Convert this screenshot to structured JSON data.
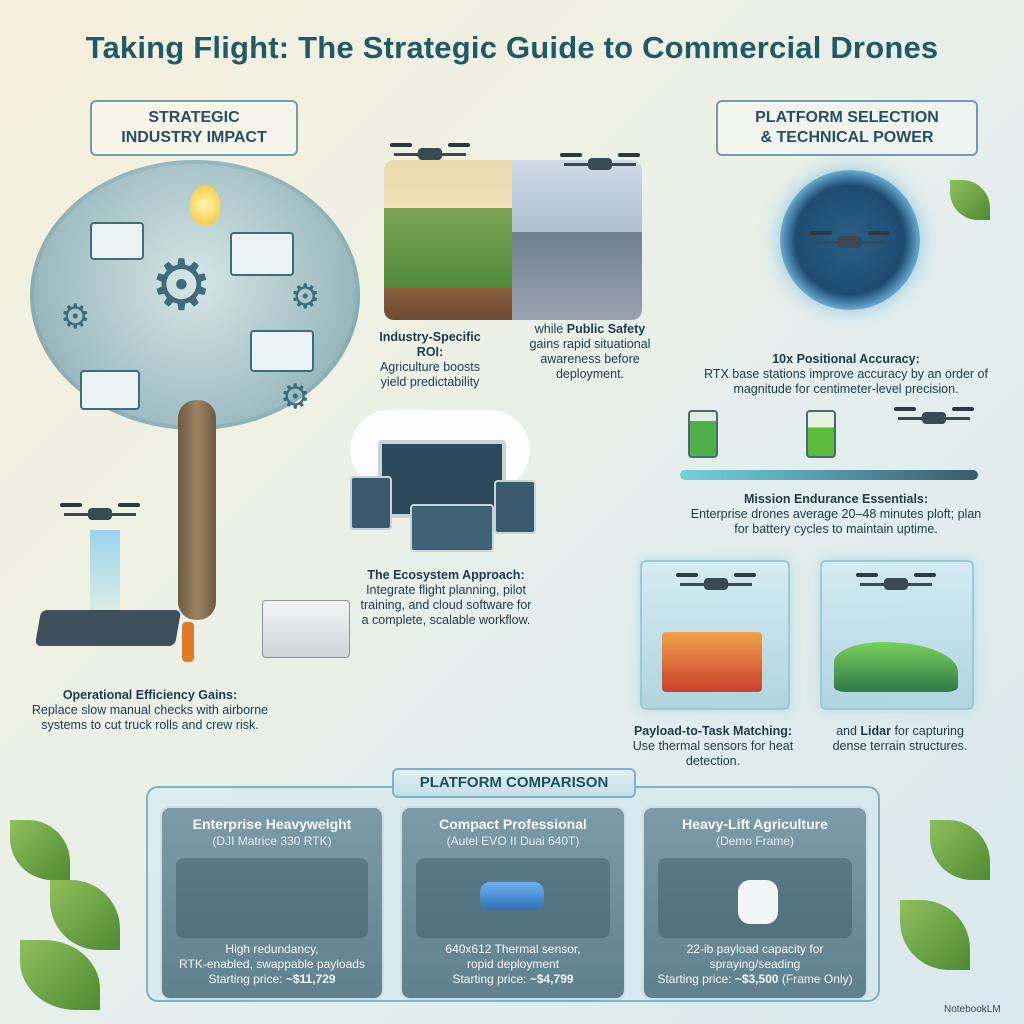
{
  "title": "Taking Flight: The Strategic Guide to Commercial Drones",
  "sections": {
    "left_label_line1": "STRATEGIC",
    "left_label_line2": "INDUSTRY IMPACT",
    "right_label_line1": "PLATFORM SELECTION",
    "right_label_line2": "& TECHNICAL POWER"
  },
  "roi": {
    "left_bold": "Industry-Specific ROI:",
    "left_text": "Agriculture boosts yield predictability",
    "right_prefix": "while",
    "right_bold": "Public Safety",
    "right_text": "gains rapid situational awareness before deployment."
  },
  "ecosystem": {
    "bold": "The Ecosystem Approach:",
    "text": "Integrate flight planning, pilot training, and cloud software for a complete, scalable workflow."
  },
  "efficiency": {
    "bold": "Operational Efficiency Gains:",
    "text": "Replace slow manual checks with airborne systems to cut truck rolls and crew risk."
  },
  "accuracy": {
    "bold": "10x Positional Accuracy:",
    "text": "RTX base stations improve accuracy by an order of magnitude for centimeter-level precision."
  },
  "endurance": {
    "bold": "Mission Endurance Essentials:",
    "text": "Enterprise drones average 20–48 minutes ploft; plan for battery cycles to maintain uptime."
  },
  "payload": {
    "bold": "Payload-to-Task Matching:",
    "text": "Use thermal sensors for heat detection.",
    "right_prefix": "and",
    "right_bold": "Lidar",
    "right_text": "for capturing dense terrain structures."
  },
  "comparison": {
    "heading": "PLATFORM COMPARISON",
    "cards": [
      {
        "name": "Enterprise Heavyweight",
        "model": "(DJI Matrice 330 RTK)",
        "desc1": "High redundancy,",
        "desc2": "RTK-enabled, swappable payloads",
        "price_label": "Starting price:",
        "price": "~$11,729"
      },
      {
        "name": "Compact Professional",
        "model": "(Autel EVO II Duai 640T)",
        "desc1": "640x612 Thermal sensor,",
        "desc2": "ropid deployment",
        "price_label": "Starting price:",
        "price": "~$4,799"
      },
      {
        "name": "Heavy-Lift Agriculture",
        "model": "(Demo Frame)",
        "desc1": "22-ib payload capacity for",
        "desc2": "spraying/seading",
        "price_label": "Starting price:",
        "price": "~$3,500",
        "price_note": "(Frame Only)"
      }
    ]
  },
  "brand": "NotebookLM",
  "colors": {
    "title": "#1f5a66",
    "accent": "#5aa5b5",
    "leaf_green": "#4f8a35"
  }
}
